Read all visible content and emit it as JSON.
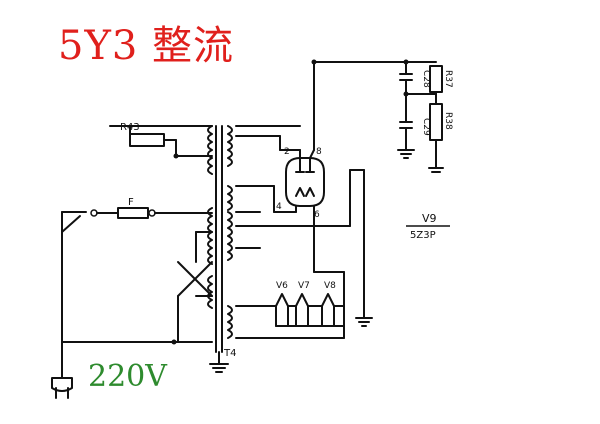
{
  "title": "5Y3 整流",
  "input_voltage": "220V",
  "labels": {
    "r43": "R43",
    "fuse": "F",
    "pin2": "2",
    "pin8": "8",
    "pin4": "4",
    "pin6": "6",
    "c28": "C28",
    "c29": "C29",
    "r37": "R37",
    "r38": "R38",
    "tube_name": "V9",
    "tube_type": "5Z3P",
    "v6": "V6",
    "v7": "V7",
    "v8": "V8",
    "transformer": "T4"
  },
  "colors": {
    "title": "#e0201c",
    "voltage": "#2e8b2e",
    "ink": "#111111"
  }
}
